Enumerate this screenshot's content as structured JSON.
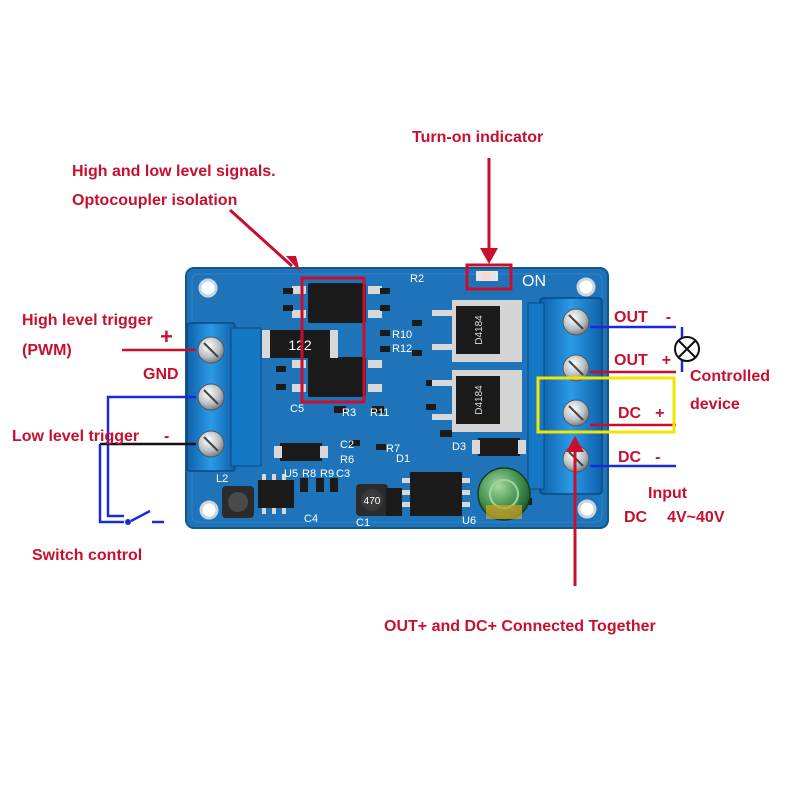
{
  "colors": {
    "annotation_red": "#c8102e",
    "board_blue": "#1f73b8",
    "terminal_blue": "#1a86d6",
    "highlight_yellow": "#f2e600",
    "wire_blue": "#1a2bd6"
  },
  "annotations": {
    "turn_on_indicator": "Turn-on indicator",
    "signals_line1": "High and low level signals.",
    "signals_line2": "Optocoupler isolation",
    "high_level_trigger": "High level trigger",
    "pwm": "(PWM)",
    "plus": "+",
    "gnd": "GND",
    "low_level_trigger": "Low level trigger",
    "minus": "-",
    "switch_control": "Switch control",
    "out_minus_a": "OUT",
    "out_minus_b": "-",
    "out_plus_a": "OUT",
    "out_plus_b": "+",
    "controlled_device_1": "Controlled",
    "controlled_device_2": "device",
    "dc_plus_a": "DC",
    "dc_plus_b": "+",
    "dc_minus_a": "DC",
    "dc_minus_b": "-",
    "input": "Input",
    "input_dc": "DC",
    "input_range": "4V~40V",
    "connected_together": "OUT+ and DC+ Connected Together"
  },
  "board_silkscreen": {
    "on": "ON",
    "r2": "R2",
    "r10": "R10",
    "r12": "R12",
    "r3": "R3",
    "r11": "R11",
    "c5": "C5",
    "c2": "C2",
    "r6": "R6",
    "r7": "R7",
    "d1": "D1",
    "d3": "D3",
    "u5": "U5",
    "r8": "R8",
    "r9": "R9",
    "c3": "C3",
    "c4": "C4",
    "c1": "C1",
    "l2": "L2",
    "u6": "U6",
    "resistor_122": "122",
    "inductor_470": "470",
    "mosfet_1": "D4184",
    "mosfet_2": "D4184"
  }
}
